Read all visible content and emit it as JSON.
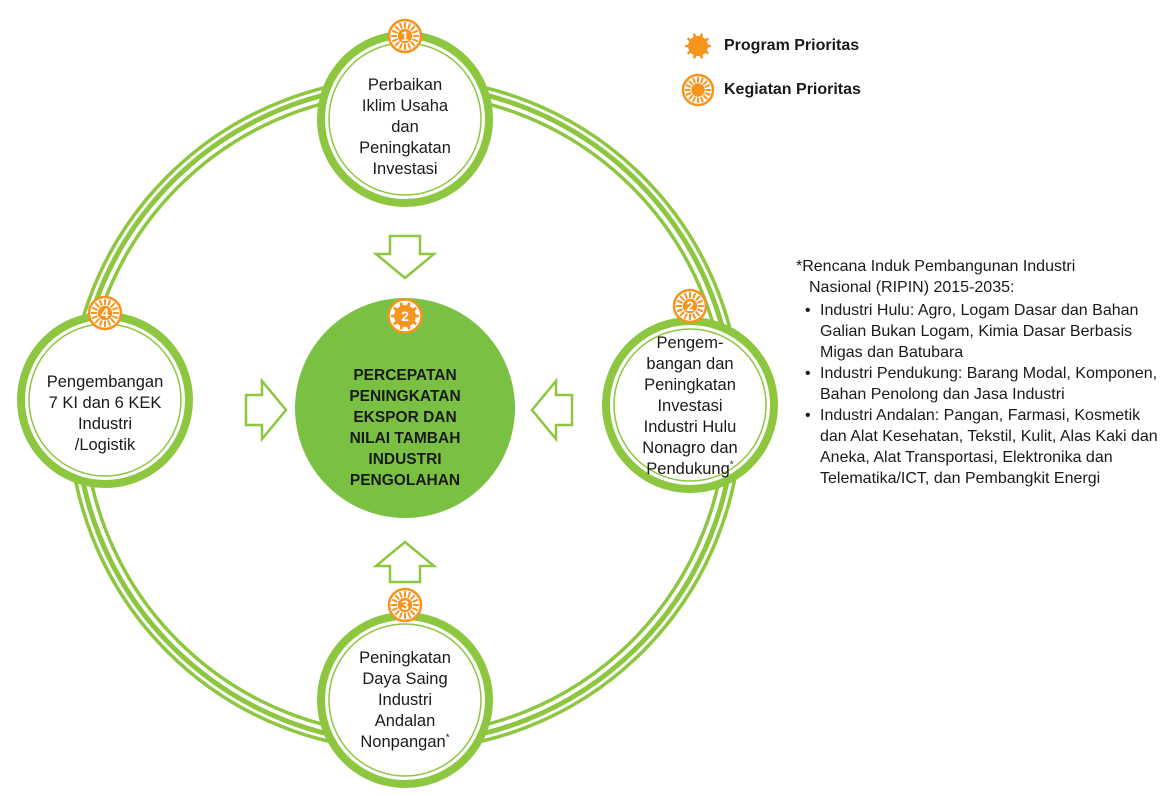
{
  "legend": {
    "program_label": "Program Prioritas",
    "kegiatan_label": "Kegiatan Prioritas"
  },
  "center": {
    "badge": "2",
    "lines": [
      "PERCEPATAN",
      "PENINGKATAN",
      "EKSPOR DAN",
      "NILAI TAMBAH",
      "INDUSTRI",
      "PENGOLAHAN"
    ]
  },
  "nodes": [
    {
      "badge": "1",
      "lines": [
        "Perbaikan",
        "Iklim Usaha",
        "dan",
        "Peningkatan",
        "Investasi"
      ],
      "mark": ""
    },
    {
      "badge": "2",
      "lines": [
        "Pengem-",
        "bangan dan",
        "Peningkatan",
        "Investasi",
        "Industri Hulu",
        "Nonagro dan",
        "Pendukung"
      ],
      "mark": "*"
    },
    {
      "badge": "3",
      "lines": [
        "Peningkatan",
        "Daya Saing",
        "Industri",
        "Andalan",
        "Nonpangan"
      ],
      "mark": "*"
    },
    {
      "badge": "4",
      "lines": [
        "Pengembangan",
        "7 KI dan 6 KEK",
        "Industri",
        "/Logistik"
      ],
      "mark": ""
    }
  ],
  "note": {
    "title_line1": "*Rencana Induk Pembangunan Industri",
    "title_line2": "Nasional (RIPIN) 2015-2035:",
    "items": [
      "Industri Hulu: Agro, Logam Dasar dan Bahan Galian Bukan Logam, Kimia Dasar Berbasis Migas dan Batubara",
      "Industri Pendukung: Barang Modal, Komponen, Bahan Penolong dan Jasa Industri",
      "Industri Andalan: Pangan, Farmasi, Kosmetik dan Alat Kesehatan, Tekstil, Kulit, Alas Kaki dan Aneka, Alat Transportasi, Elektronika dan Telematika/ICT, dan Pembangkit Energi"
    ]
  },
  "colors": {
    "ring_green": "#8DC63F",
    "center_green": "#7AC143",
    "badge_orange": "#F7941D",
    "badge_light": "#FBC98A"
  }
}
